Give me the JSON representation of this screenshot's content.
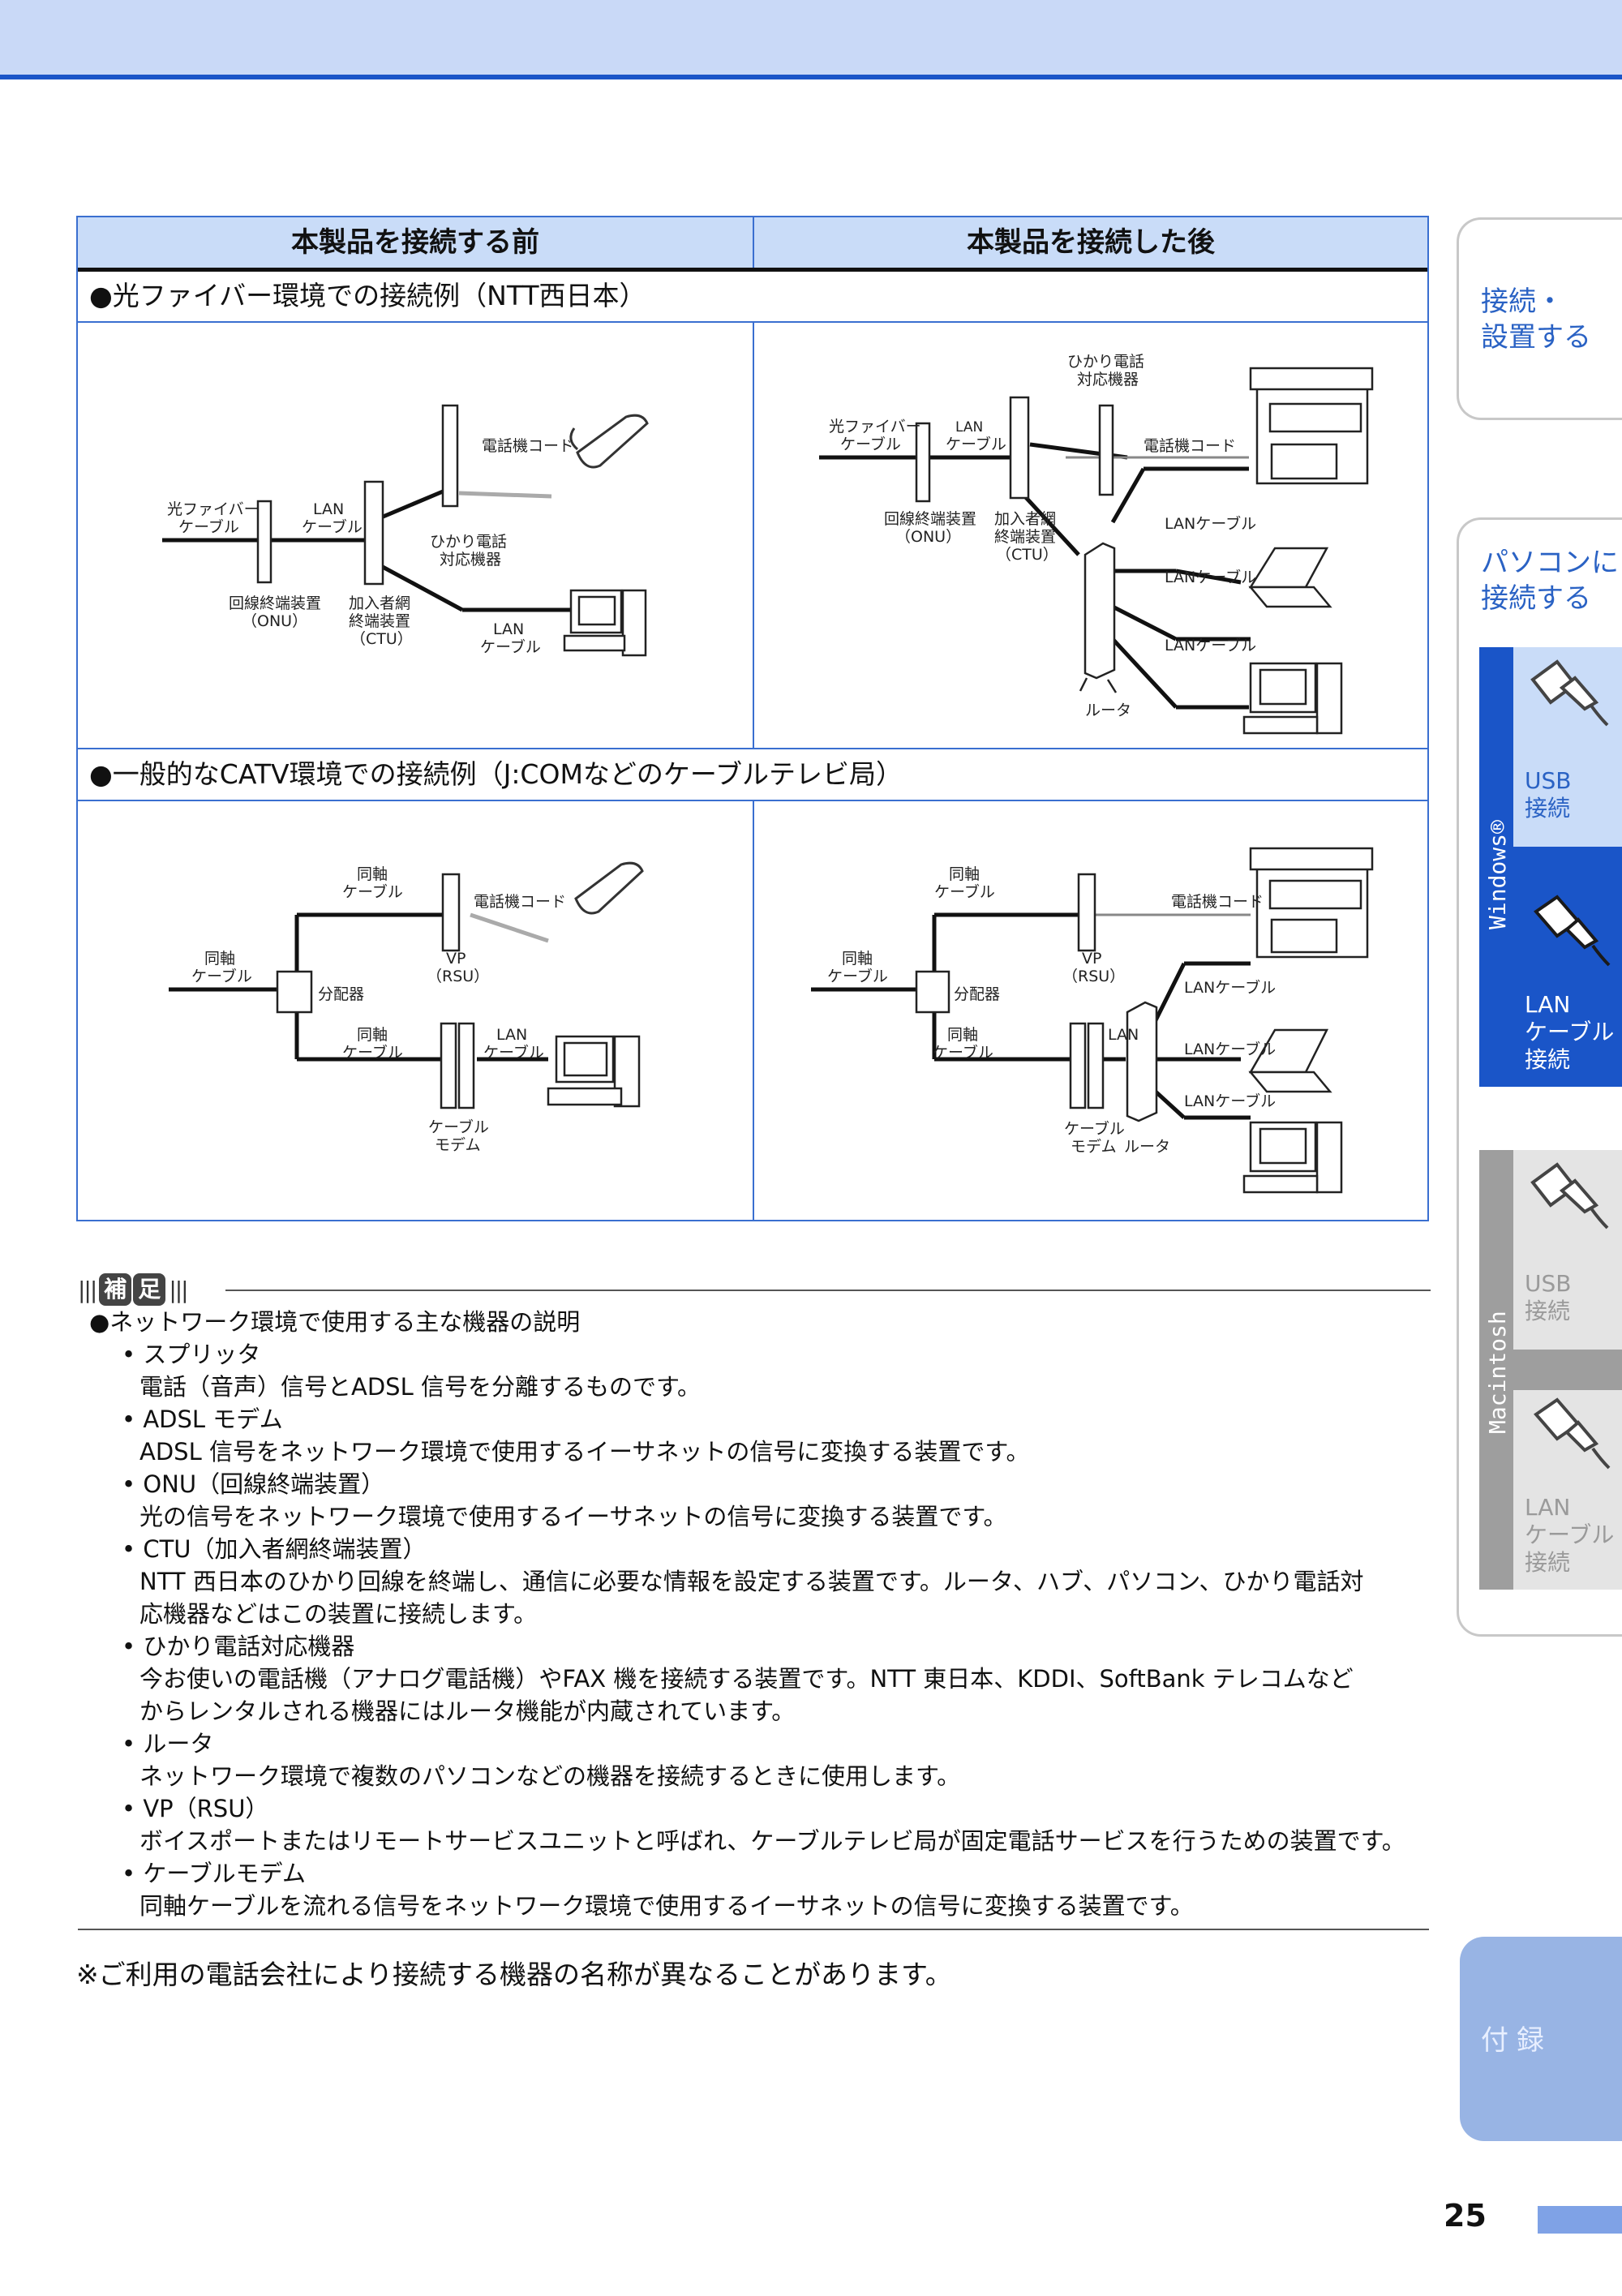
{
  "table": {
    "col_before": "本製品を接続する前",
    "col_after": "本製品を接続した後",
    "section1": "●光ファイバー環境での接続例（NTT西日本）",
    "section2": "●一般的なCATV環境での接続例（J:COMなどのケーブルテレビ局）"
  },
  "labels": {
    "fiber_cable": [
      "光ファイバー",
      "ケーブル"
    ],
    "lan_cable_2line": [
      "LAN",
      "ケーブル"
    ],
    "onu": [
      "回線終端装置",
      "（ONU）"
    ],
    "ctu": [
      "加入者網",
      "終端装置",
      "（CTU）"
    ],
    "phone_cord": "電話機コード",
    "hikari_phone": [
      "ひかり電話",
      "対応機器"
    ],
    "lan_cable": "LANケーブル",
    "router": "ルータ",
    "coax": [
      "同軸",
      "ケーブル"
    ],
    "splitter": "分配器",
    "vp": [
      "VP",
      "（RSU）"
    ],
    "cable_modem": [
      "ケーブル",
      "モデム"
    ]
  },
  "notes": {
    "header_left": "補",
    "header_right": "足",
    "intro": "●ネットワーク環境で使用する主な機器の説明",
    "items": [
      {
        "title": "• スプリッタ",
        "desc": [
          "電話（音声）信号とADSL 信号を分離するものです。"
        ]
      },
      {
        "title": "• ADSL モデム",
        "desc": [
          "ADSL 信号をネットワーク環境で使用するイーサネットの信号に変換する装置です。"
        ]
      },
      {
        "title": "• ONU（回線終端装置）",
        "desc": [
          "光の信号をネットワーク環境で使用するイーサネットの信号に変換する装置です。"
        ]
      },
      {
        "title": "• CTU（加入者網終端装置）",
        "desc": [
          "NTT 西日本のひかり回線を終端し、通信に必要な情報を設定する装置です。ルータ、ハブ、パソコン、ひかり電話対",
          "応機器などはこの装置に接続します。"
        ]
      },
      {
        "title": "• ひかり電話対応機器",
        "desc": [
          "今お使いの電話機（アナログ電話機）やFAX 機を接続する装置です。NTT 東日本、KDDI、SoftBank テレコムなど",
          "からレンタルされる機器にはルータ機能が内蔵されています。"
        ]
      },
      {
        "title": "• ルータ",
        "desc": [
          "ネットワーク環境で複数のパソコンなどの機器を接続するときに使用します。"
        ]
      },
      {
        "title": "• VP（RSU）",
        "desc": [
          "ボイスポートまたはリモートサービスユニットと呼ばれ、ケーブルテレビ局が固定電話サービスを行うための装置です。"
        ]
      },
      {
        "title": "• ケーブルモデム",
        "desc": [
          "同軸ケーブルを流れる信号をネットワーク環境で使用するイーサネットの信号に変換する装置です。"
        ]
      }
    ]
  },
  "footnote": "※ご利用の電話会社により接続する機器の名称が異なることがあります。",
  "side": {
    "setup": [
      "接続・",
      "設置する"
    ],
    "pc": [
      "パソコンに",
      "接続する"
    ],
    "windows": "Windows®",
    "mac": "Macintosh",
    "usb": [
      "USB",
      "接続"
    ],
    "lan": [
      "LAN",
      "ケーブル",
      "接続"
    ],
    "appendix": "付録"
  },
  "page_number": "25",
  "colors": {
    "accent": "#1a55c8",
    "header_bg": "#c9dcf8",
    "mac_gray": "#9e9e9e",
    "appendix": "#98b4e4"
  }
}
